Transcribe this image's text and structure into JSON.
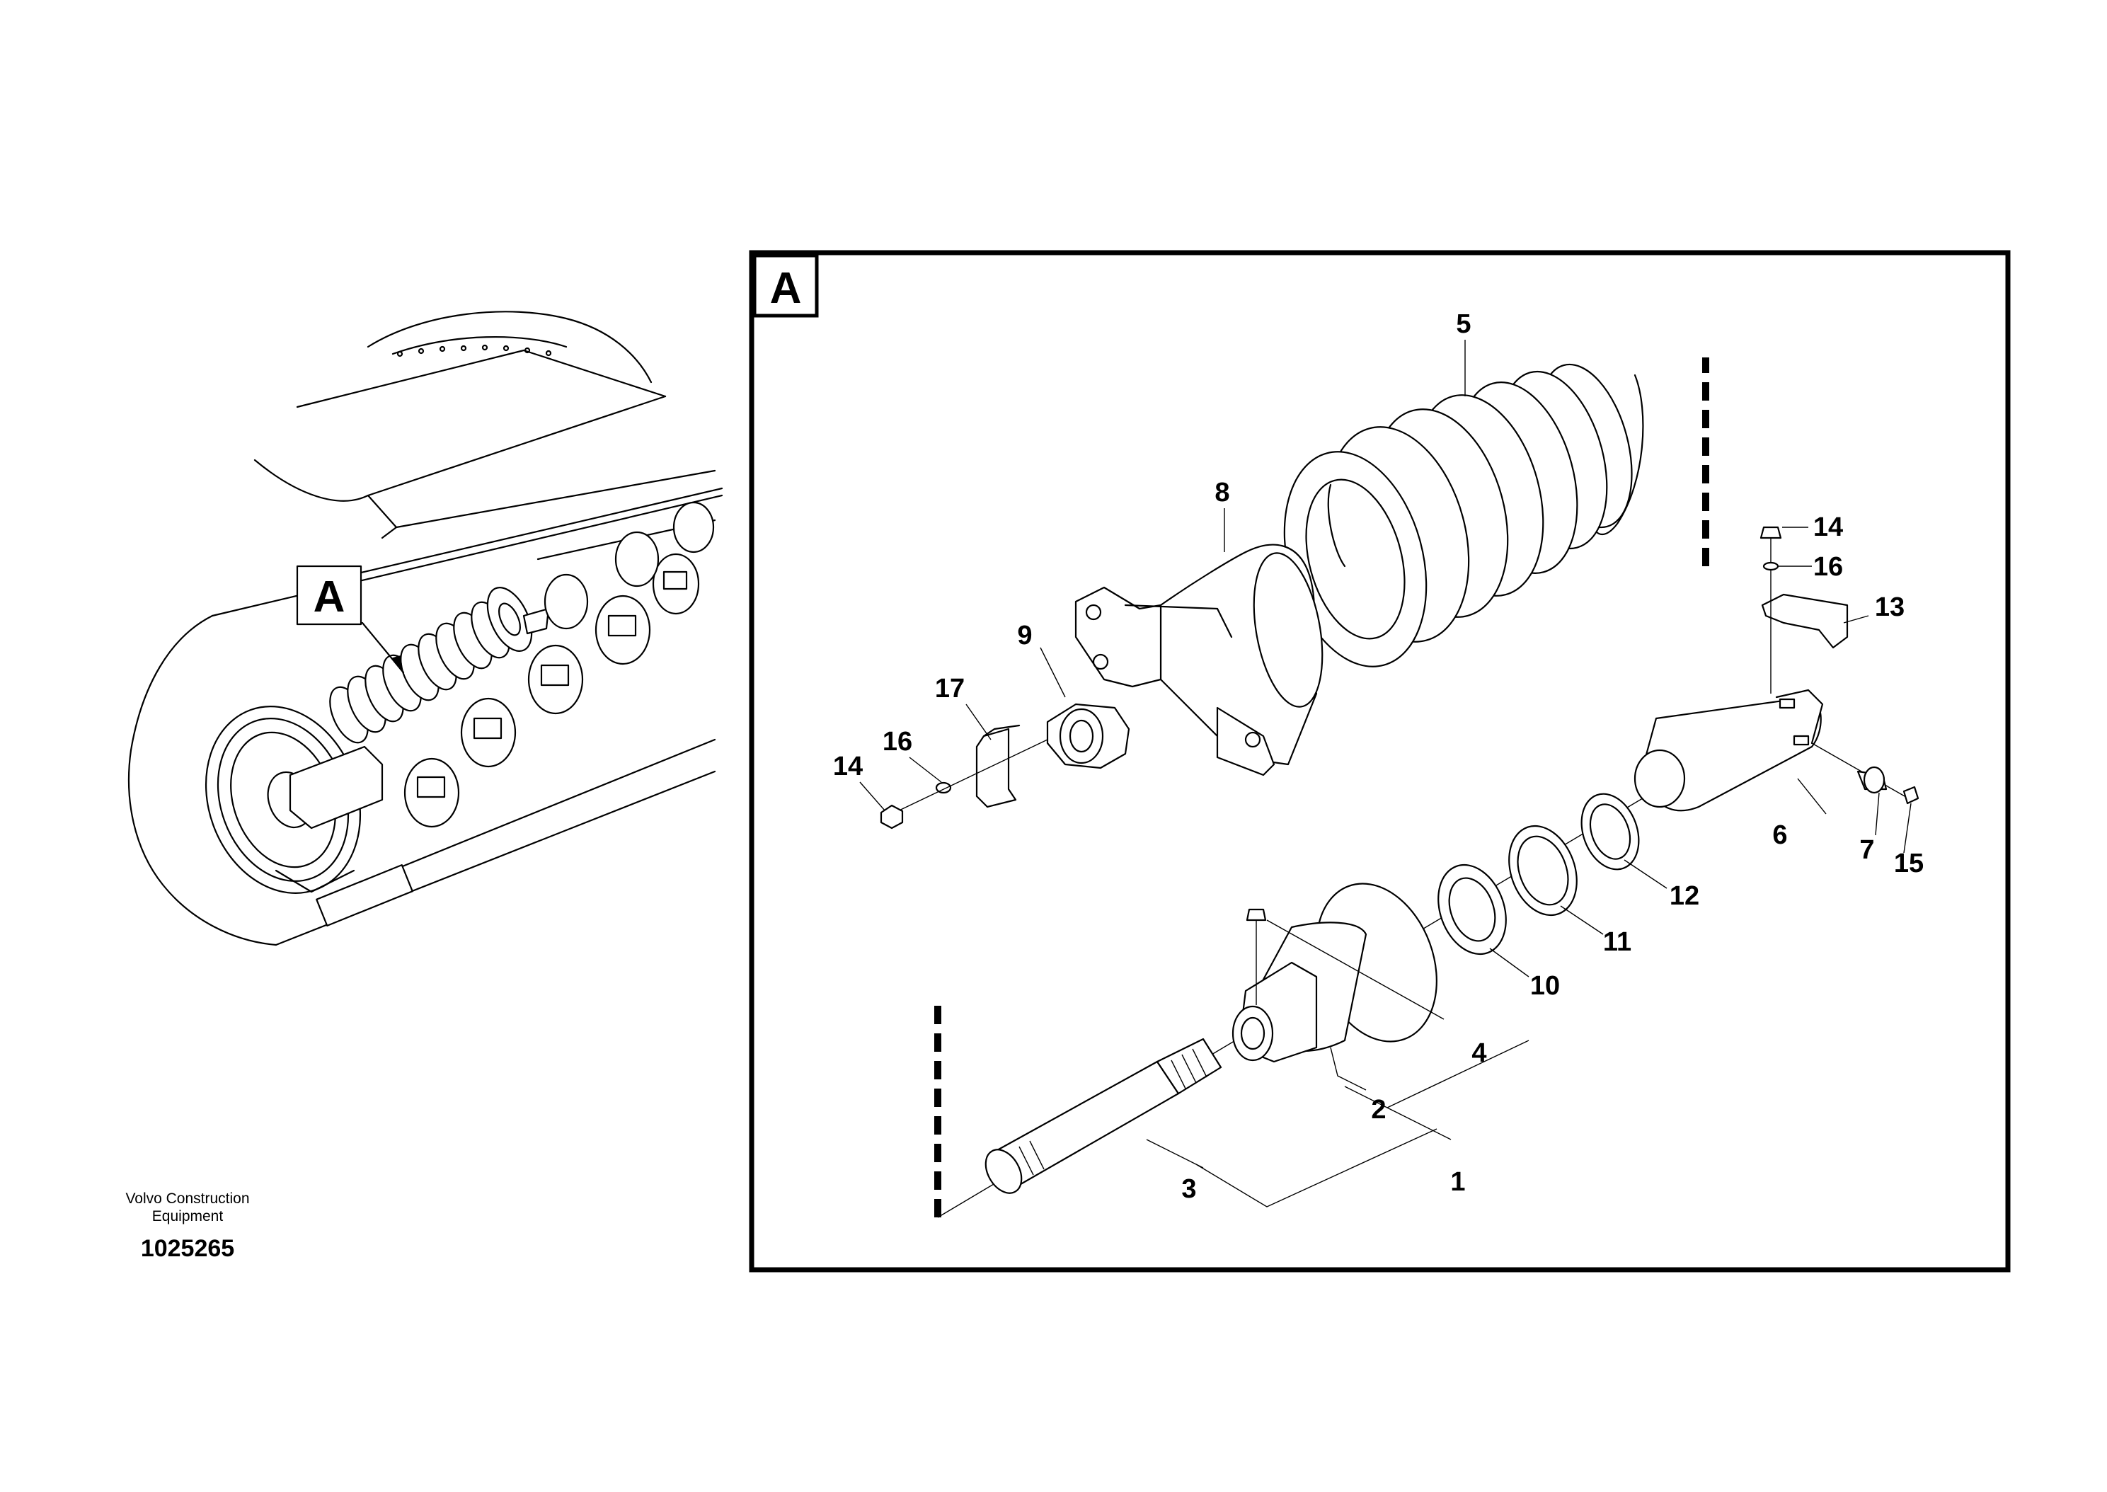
{
  "caption": {
    "company_line1": "Volvo Construction",
    "company_line2": "Equipment",
    "drawing_number": "1025265"
  },
  "detail_label": "A",
  "overview_label": "A",
  "callouts": {
    "c1": "1",
    "c2": "2",
    "c3": "3",
    "c4": "4",
    "c5": "5",
    "c6": "6",
    "c7": "7",
    "c8": "8",
    "c9": "9",
    "c10": "10",
    "c11": "11",
    "c12": "12",
    "c13": "13",
    "c14a": "14",
    "c14b": "14",
    "c15": "15",
    "c16a": "16",
    "c16b": "16",
    "c17": "17"
  }
}
